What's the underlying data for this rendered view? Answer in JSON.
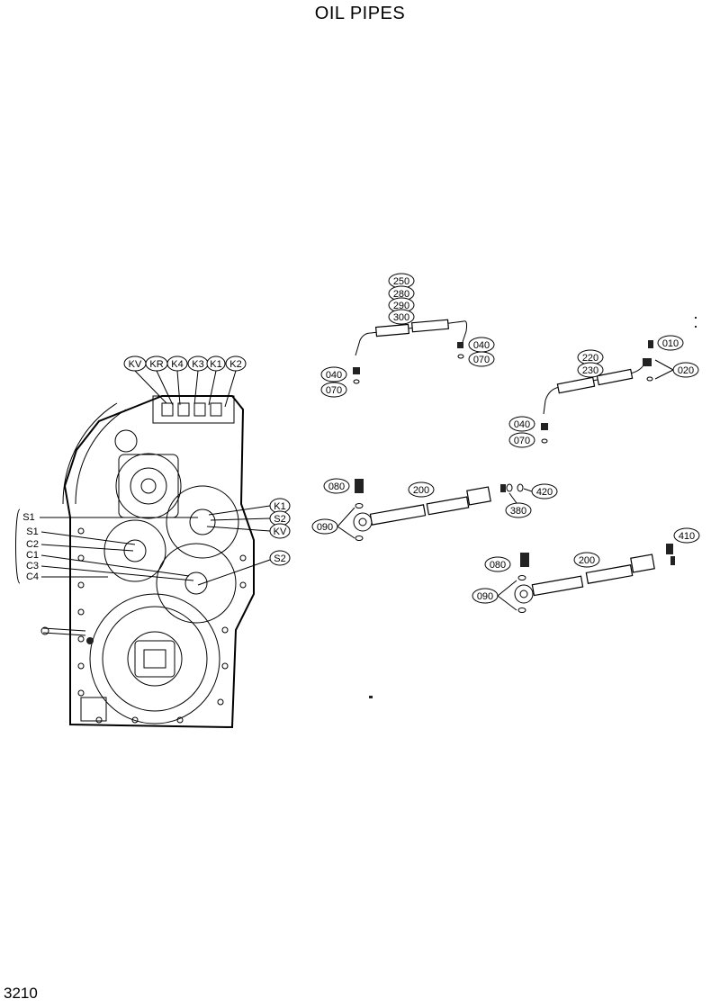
{
  "title": "OIL PIPES",
  "page_number": "3210",
  "housing_labels": {
    "kv_top": "KV",
    "kr": "KR",
    "k4": "K4",
    "k3": "K3",
    "k1_top": "K1",
    "k2": "K2",
    "s1_a": "S1",
    "s1_b": "S1",
    "c2": "C2",
    "c1": "C1",
    "c3": "C3",
    "c4": "C4",
    "k1_right": "K1",
    "s2_right": "S2",
    "kv_right": "KV",
    "s2_lower": "S2"
  },
  "parts": {
    "p250": "250",
    "p280": "280",
    "p290": "290",
    "p300": "300",
    "p040_a": "040",
    "p070_a": "070",
    "p040_b": "040",
    "p070_b": "070",
    "p220": "220",
    "p230": "230",
    "p010": "010",
    "p020": "020",
    "p040_c": "040",
    "p070_c": "070",
    "p080_a": "080",
    "p200_a": "200",
    "p420": "420",
    "p380": "380",
    "p090_a": "090",
    "p080_b": "080",
    "p200_b": "200",
    "p410": "410",
    "p090_b": "090"
  }
}
